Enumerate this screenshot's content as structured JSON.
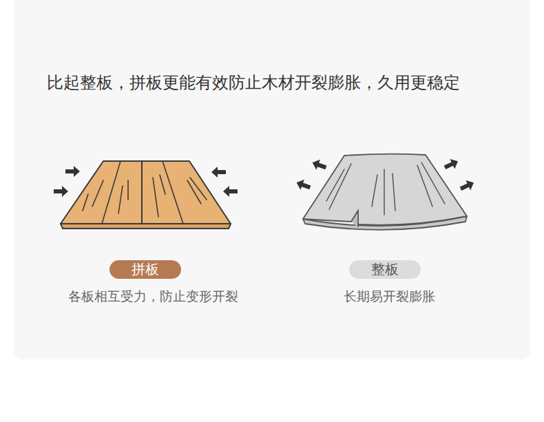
{
  "diagram": {
    "title": "比起整板，拼板更能有效防止木材开裂膨胀，久用更稳定",
    "nodes": [
      {
        "text": [
          "拼板"
        ]
      },
      {
        "text": [
          "整板"
        ]
      }
    ],
    "labels": [
      "各板相互受力，防止变形开裂",
      "长期易开裂膨胀"
    ]
  }
}
